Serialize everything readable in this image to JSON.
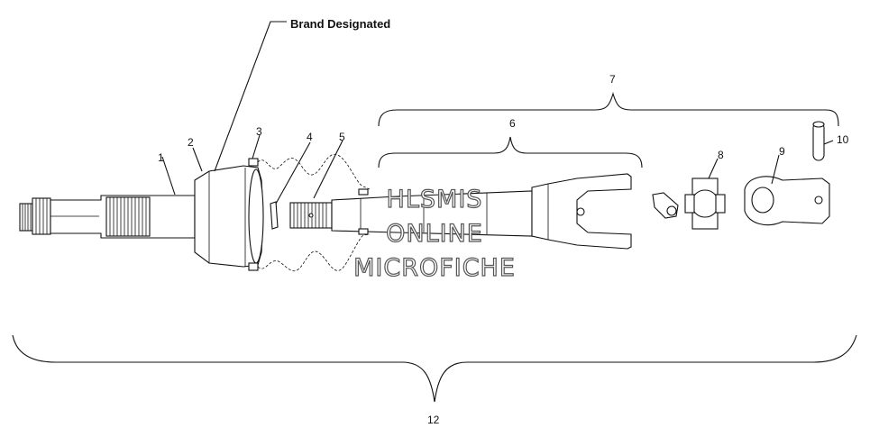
{
  "diagram": {
    "brand_label": "Brand Designated",
    "callouts": {
      "n1": "1",
      "n2": "2",
      "n3": "3",
      "n4": "4",
      "n5": "5",
      "n6": "6",
      "n7": "7",
      "n8": "8",
      "n9": "9",
      "n10": "10",
      "n12": "12"
    }
  },
  "watermark": {
    "line1": "HLSMIS",
    "line2": "ONLINE",
    "line3": "MICROFICHE"
  }
}
